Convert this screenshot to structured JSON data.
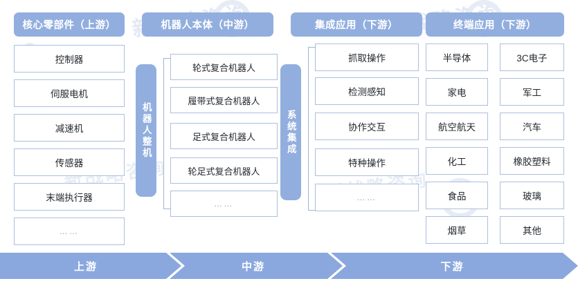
{
  "diagram": {
    "title_present": false,
    "colors": {
      "header_fill": "#92aede",
      "arrow_fill": "#8aa8de",
      "box_border": "#aabede",
      "box_fill": "#ffffff",
      "text_dark": "#24282e",
      "text_light": "#ffffff",
      "watermark": "#e3e9f4"
    },
    "columns": [
      {
        "id": "upstream",
        "header": "核心零部件（上游）",
        "items": [
          "控制器",
          "伺服电机",
          "减速机",
          "传感器",
          "末端执行器",
          "……"
        ]
      },
      {
        "id": "midstream",
        "header": "机器人本体（中游）",
        "vertical_label": "机器人整机",
        "items": [
          "轮式复合机器人",
          "履带式复合机器人",
          "足式复合机器人",
          "轮足式复合机器人",
          "……"
        ]
      },
      {
        "id": "integration",
        "header": "集成应用（下游）",
        "vertical_label": "系统集成",
        "items": [
          "抓取操作",
          "检测感知",
          "协作交互",
          "特种操作",
          "……"
        ]
      },
      {
        "id": "terminal",
        "header": "终端应用（下游）",
        "items_left": [
          "半导体",
          "家电",
          "航空航天",
          "化工",
          "食品",
          "烟草"
        ],
        "items_right": [
          "3C电子",
          "军工",
          "汽车",
          "橡胶塑料",
          "玻璃",
          "其他"
        ]
      }
    ],
    "flow_arrows": [
      {
        "id": "arrow-upstream",
        "label": "上游"
      },
      {
        "id": "arrow-midstream",
        "label": "中游"
      },
      {
        "id": "arrow-downstream",
        "label": "下游"
      }
    ],
    "watermarks": [
      "新战略咨询",
      "新战略咨询"
    ]
  }
}
